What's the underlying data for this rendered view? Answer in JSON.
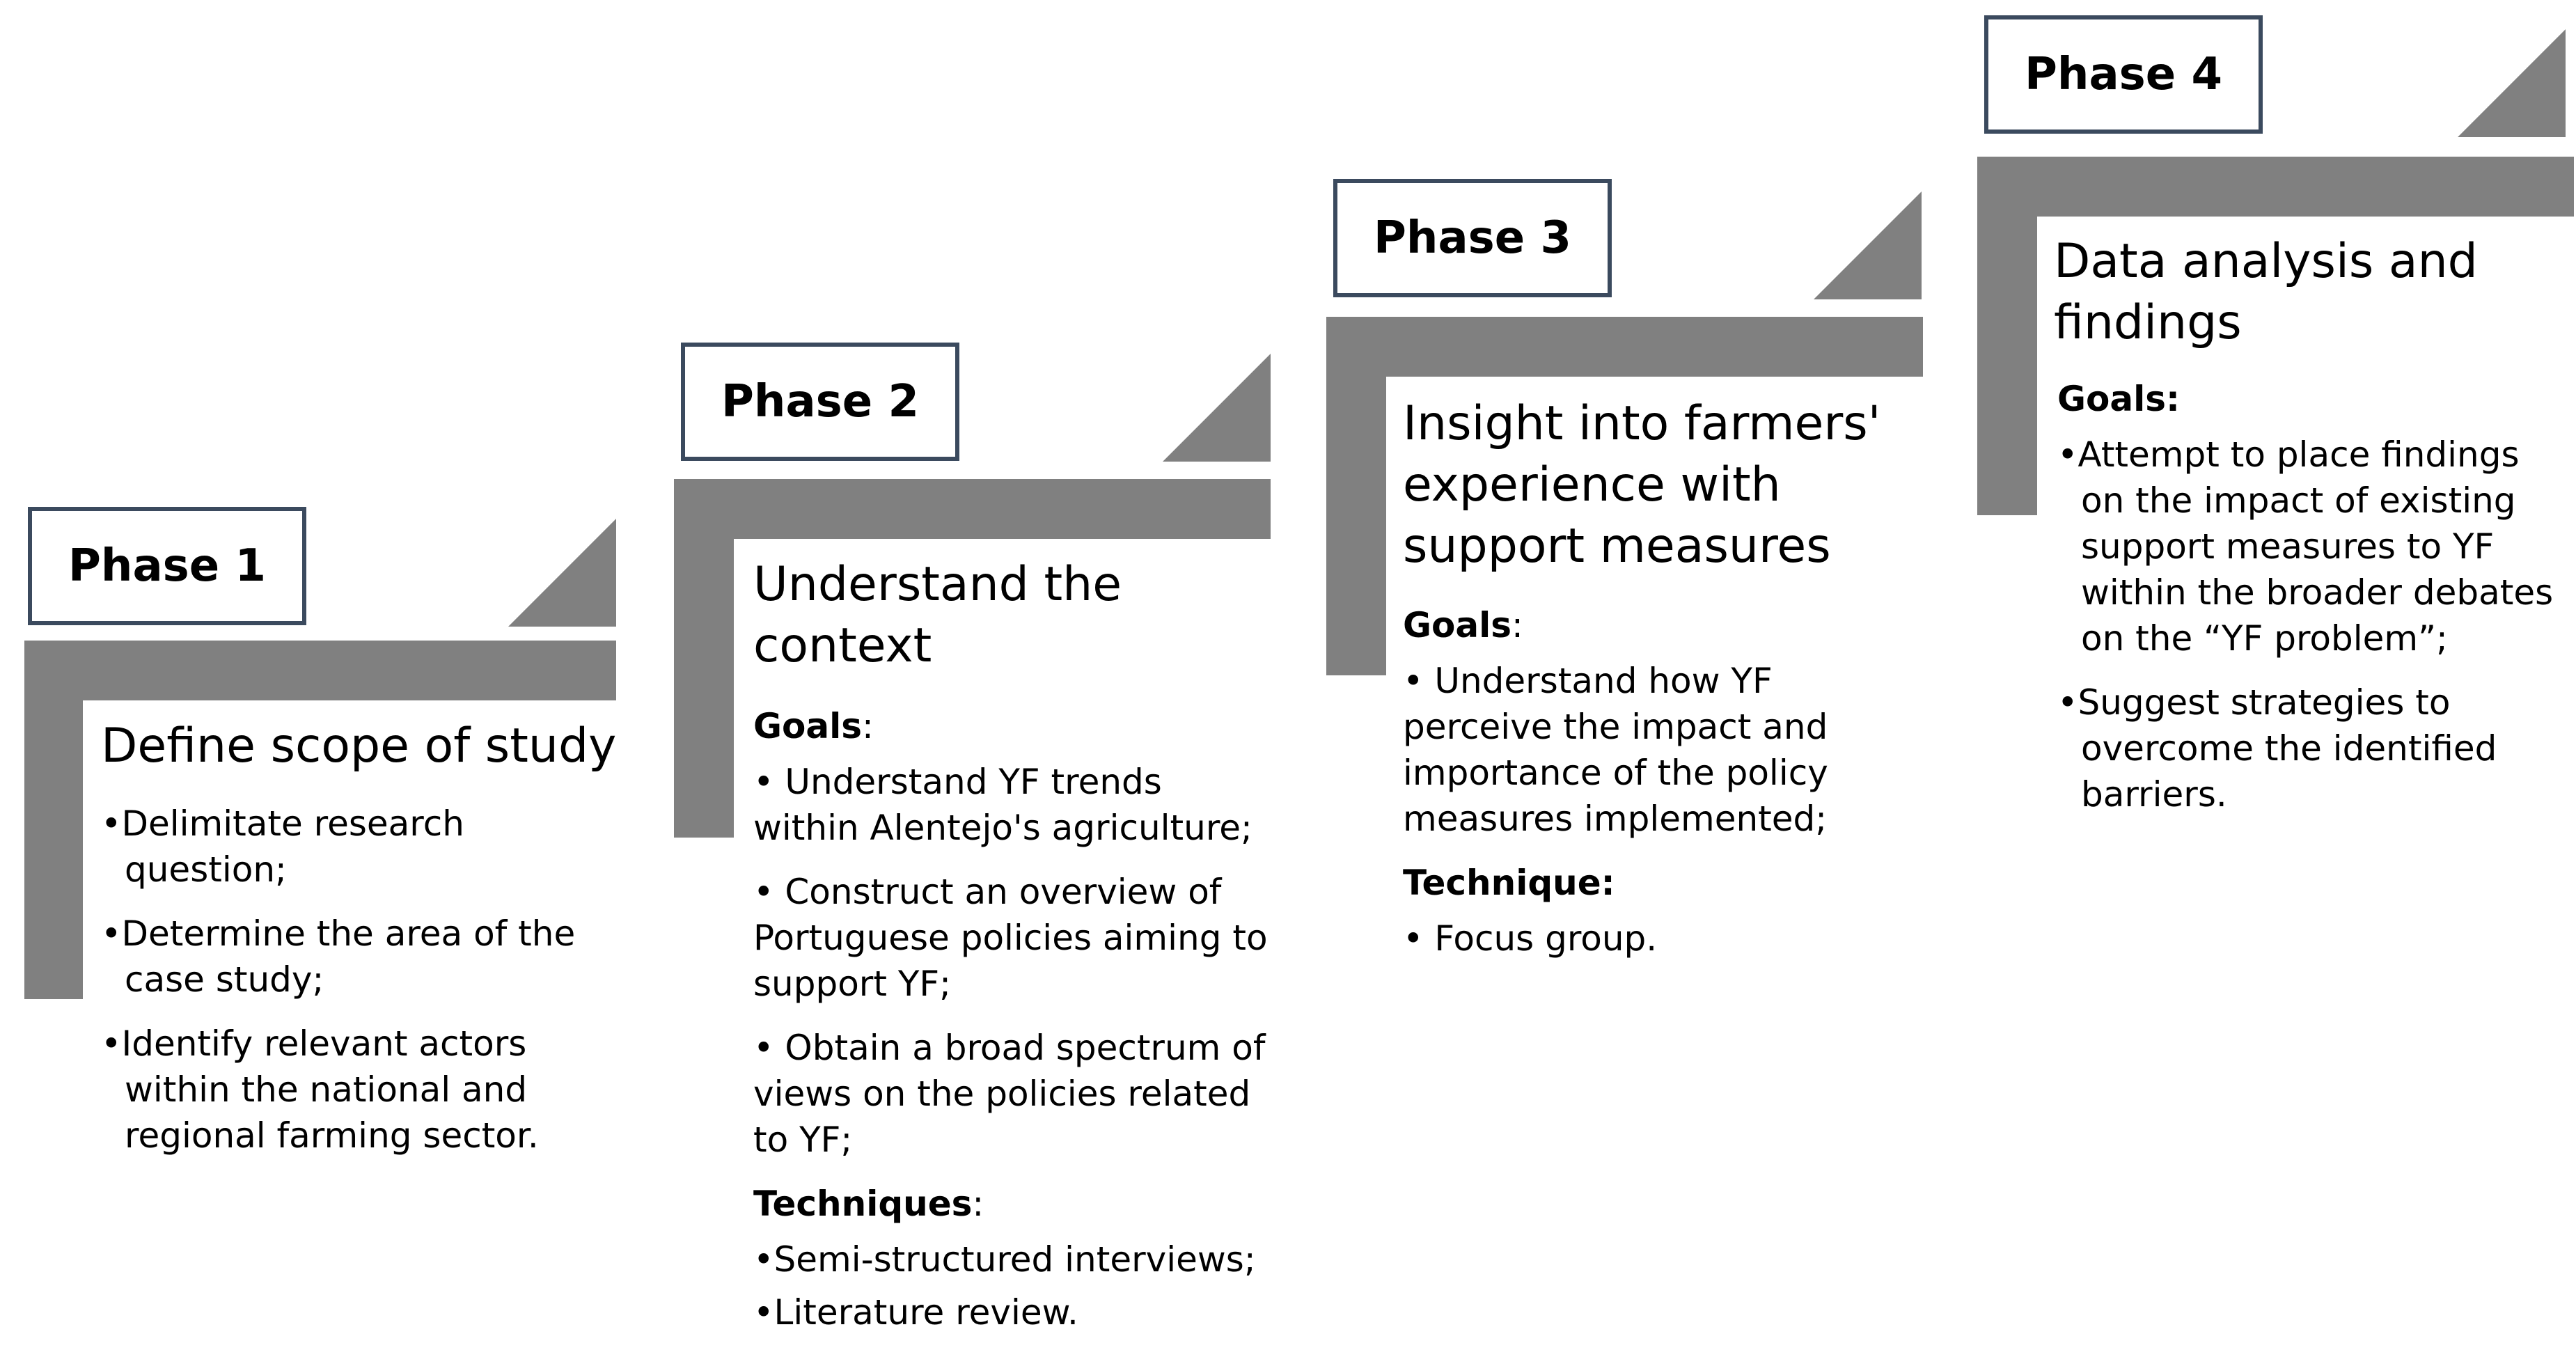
{
  "phases": [
    {
      "label": "Phase 1",
      "title": "Define scope of study",
      "items": [
        "•Delimitate research question;",
        "•Determine the area of the case study;",
        "•Identify relevant actors within the national and regional farming sector."
      ]
    },
    {
      "label": "Phase 2",
      "title": "Understand the context",
      "goals_heading": "Goals",
      "goals": [
        "• Understand YF trends within Alentejo's agriculture;",
        "• Construct an overview of Portuguese policies aiming to support YF;",
        "• Obtain a broad spectrum of views on the policies related to YF;"
      ],
      "techniques_heading": "Techniques",
      "techniques": [
        "•Semi-structured interviews;",
        "•Literature review."
      ]
    },
    {
      "label": "Phase 3",
      "title": "Insight into farmers' experience with support measures",
      "goals_heading": "Goals",
      "goals": [
        "• Understand how YF perceive the impact and importance of the policy measures implemented;"
      ],
      "techniques_heading": "Technique:",
      "techniques": [
        "• Focus group."
      ]
    },
    {
      "label": "Phase 4",
      "title": "Data analysis and findings",
      "goals_heading": "Goals:",
      "goals": [
        "•Attempt to place findings on the impact of existing support measures to YF within the broader debates on the “YF problem”;",
        "•Suggest strategies to overcome the identified barriers."
      ]
    }
  ],
  "colors": {
    "bar": "#808080",
    "label_border": "#3b4a5e"
  }
}
